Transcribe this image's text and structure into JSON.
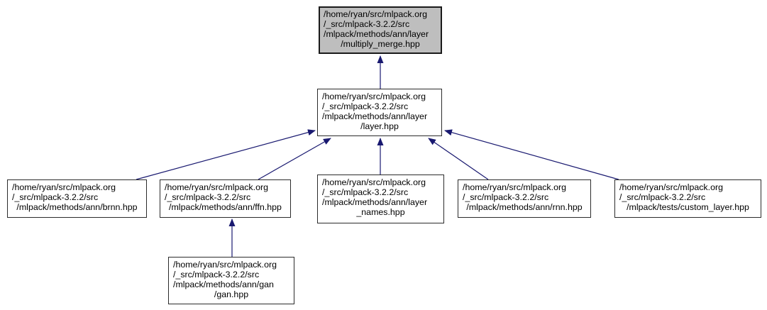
{
  "diagram": {
    "kind": "include-dependency-graph",
    "background": "#ffffff",
    "edge_color": "#191970",
    "node_fill": "#ffffff",
    "node_border_color": "#2b2b2b",
    "highlight_fill": "#bebebe"
  },
  "nodes": {
    "multiply_merge": {
      "highlighted": true,
      "lines": {
        "0": "/home/ryan/src/mlpack.org",
        "1": "/_src/mlpack-3.2.2/src",
        "2": "/mlpack/methods/ann/layer",
        "3": "/multiply_merge.hpp"
      }
    },
    "layer": {
      "lines": {
        "0": "/home/ryan/src/mlpack.org",
        "1": "/_src/mlpack-3.2.2/src",
        "2": "/mlpack/methods/ann/layer",
        "3": "/layer.hpp"
      }
    },
    "brnn": {
      "lines": {
        "0": "/home/ryan/src/mlpack.org",
        "1": "/_src/mlpack-3.2.2/src",
        "2": "/mlpack/methods/ann/brnn.hpp"
      }
    },
    "ffn": {
      "lines": {
        "0": "/home/ryan/src/mlpack.org",
        "1": "/_src/mlpack-3.2.2/src",
        "2": "/mlpack/methods/ann/ffn.hpp"
      }
    },
    "layer_names": {
      "lines": {
        "0": "/home/ryan/src/mlpack.org",
        "1": "/_src/mlpack-3.2.2/src",
        "2": "/mlpack/methods/ann/layer",
        "3": "_names.hpp"
      }
    },
    "rnn": {
      "lines": {
        "0": "/home/ryan/src/mlpack.org",
        "1": "/_src/mlpack-3.2.2/src",
        "2": "/mlpack/methods/ann/rnn.hpp"
      }
    },
    "custom_layer": {
      "lines": {
        "0": "/home/ryan/src/mlpack.org",
        "1": "/_src/mlpack-3.2.2/src",
        "2": "/mlpack/tests/custom_layer.hpp"
      }
    },
    "gan": {
      "lines": {
        "0": "/home/ryan/src/mlpack.org",
        "1": "/_src/mlpack-3.2.2/src",
        "2": "/mlpack/methods/ann/gan",
        "3": "/gan.hpp"
      }
    }
  },
  "edges": [
    {
      "from": "layer",
      "to": "multiply_merge"
    },
    {
      "from": "brnn",
      "to": "layer"
    },
    {
      "from": "ffn",
      "to": "layer"
    },
    {
      "from": "layer_names",
      "to": "layer"
    },
    {
      "from": "rnn",
      "to": "layer"
    },
    {
      "from": "custom_layer",
      "to": "layer"
    },
    {
      "from": "gan",
      "to": "ffn"
    }
  ]
}
